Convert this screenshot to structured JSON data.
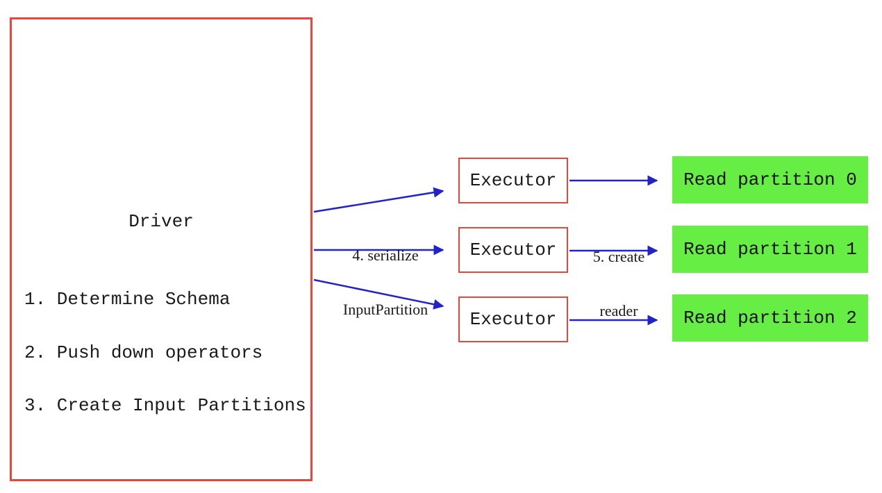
{
  "diagram": {
    "driver": {
      "title": "Driver",
      "steps": [
        "1. Determine Schema",
        "2. Push down operators",
        "3. Create Input Partitions"
      ]
    },
    "executors": [
      {
        "label": "Executor"
      },
      {
        "label": "Executor"
      },
      {
        "label": "Executor"
      }
    ],
    "partitions": [
      {
        "label": "Read partition 0"
      },
      {
        "label": "Read partition 1"
      },
      {
        "label": "Read partition 2"
      }
    ],
    "edge_labels": {
      "serialize": {
        "line1": "4. serialize",
        "line2": "InputPartition"
      },
      "create_reader": {
        "line1": "5. create",
        "line2": "reader"
      }
    },
    "colors": {
      "box_border_red": "#e8463a",
      "arrow_blue": "#2222cc",
      "partition_green": "#66ee44",
      "text_black": "#1a1a1a",
      "background": "#ffffff"
    }
  }
}
